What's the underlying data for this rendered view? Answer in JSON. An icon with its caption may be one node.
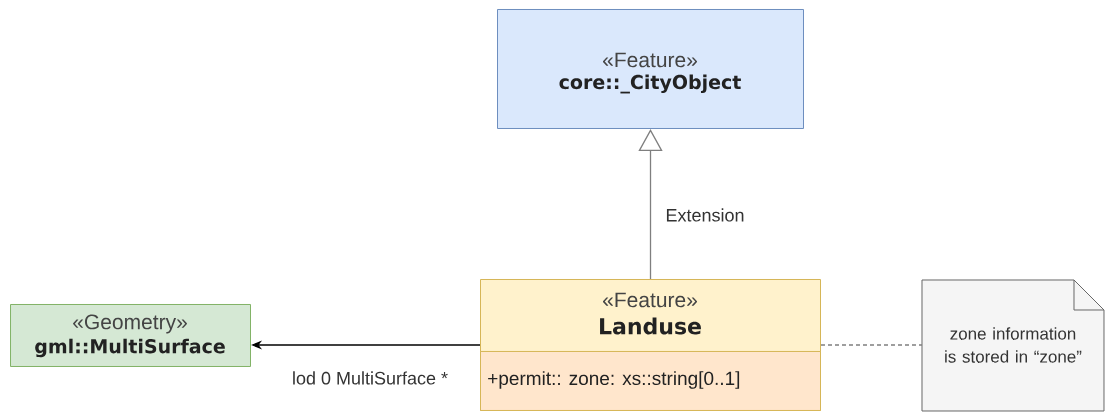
{
  "diagram": {
    "nodes": [
      {
        "text": [
          "«Feature»",
          "core::_CityObject"
        ]
      },
      {
        "text": [
          "«Feature»",
          "Landuse"
        ]
      },
      {
        "text": [
          "+permit:: zone: xs::string[0..1]"
        ],
        "in": 1
      },
      {
        "text": [
          "«Geometry»",
          "gml::MultiSurface"
        ]
      },
      {
        "text": [
          "zone information is stored in “zone”"
        ]
      }
    ],
    "edges": [
      {
        "from": 1,
        "to": 0,
        "arrow": "to",
        "label": "Extension"
      },
      {
        "from": 1,
        "to": 3,
        "arrow": "to",
        "label": "lod 0 MultiSurface  *",
        "color": "#000000"
      },
      {
        "from": 1,
        "to": 4,
        "arrow": "none",
        "style": "dashed"
      }
    ]
  }
}
